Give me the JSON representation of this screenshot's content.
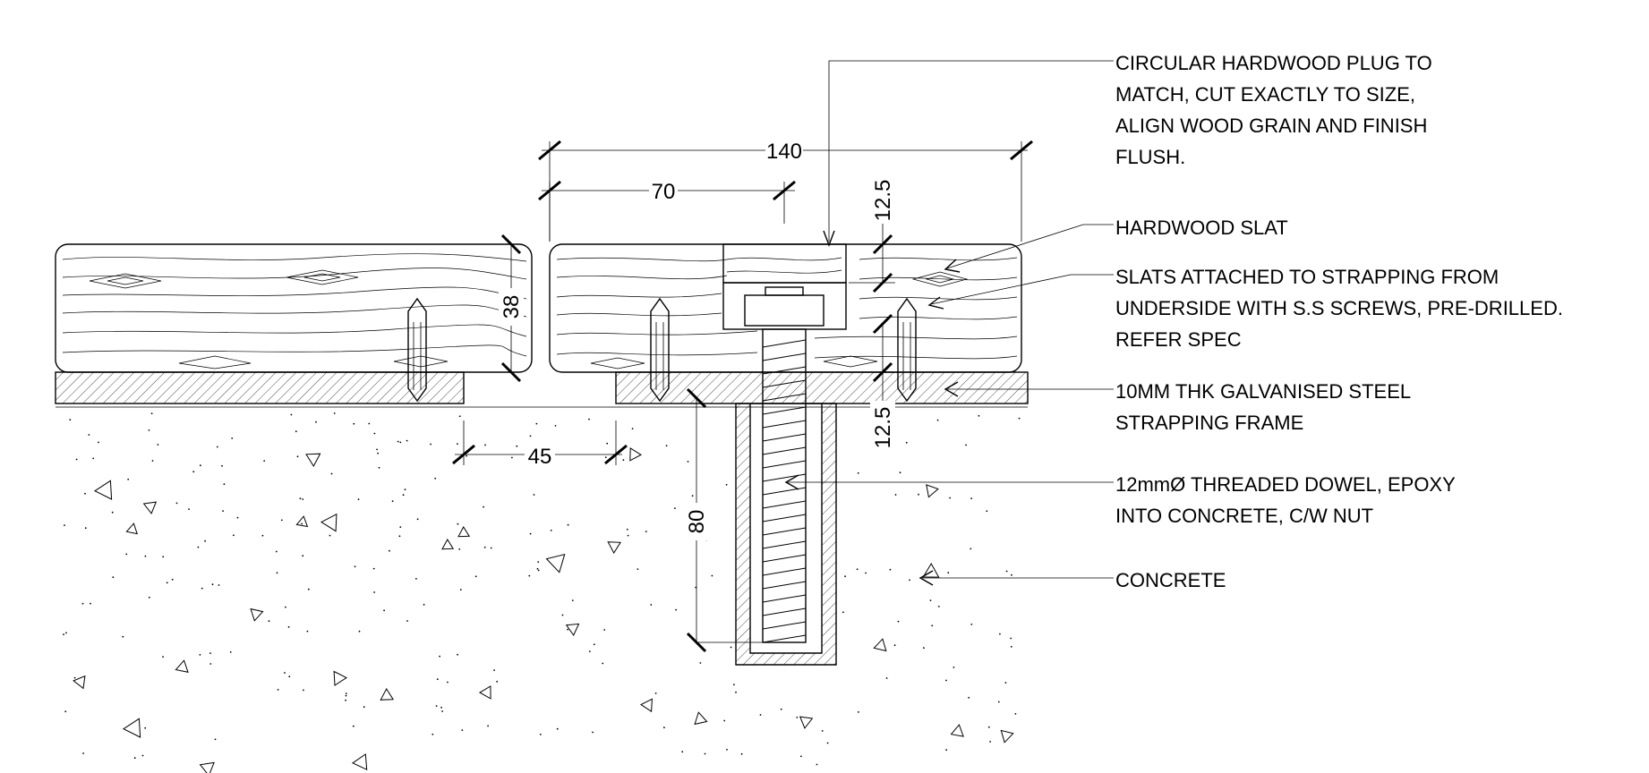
{
  "dimensions": {
    "overall_width": "140",
    "half_width": "70",
    "slat_thickness": "38",
    "plug_depth": "12.5",
    "strap_depth": "12.5",
    "strap_gap": "45",
    "dowel_embed": "80"
  },
  "callouts": [
    {
      "id": "plug",
      "lines": [
        "CIRCULAR HARDWOOD PLUG TO",
        "MATCH, CUT EXACTLY TO SIZE,",
        "ALIGN WOOD GRAIN AND FINISH",
        "FLUSH."
      ]
    },
    {
      "id": "slat",
      "lines": [
        "HARDWOOD SLAT"
      ]
    },
    {
      "id": "screws",
      "lines": [
        "SLATS ATTACHED TO STRAPPING FROM",
        "UNDERSIDE WITH S.S SCREWS, PRE-DRILLED.",
        "REFER SPEC"
      ]
    },
    {
      "id": "strapping",
      "lines": [
        "10MM THK GALVANISED STEEL",
        "STRAPPING FRAME"
      ]
    },
    {
      "id": "dowel",
      "lines": [
        "12mmØ THREADED DOWEL, EPOXY",
        "INTO CONCRETE, C/W NUT"
      ]
    },
    {
      "id": "concrete",
      "lines": [
        "CONCRETE"
      ]
    }
  ]
}
